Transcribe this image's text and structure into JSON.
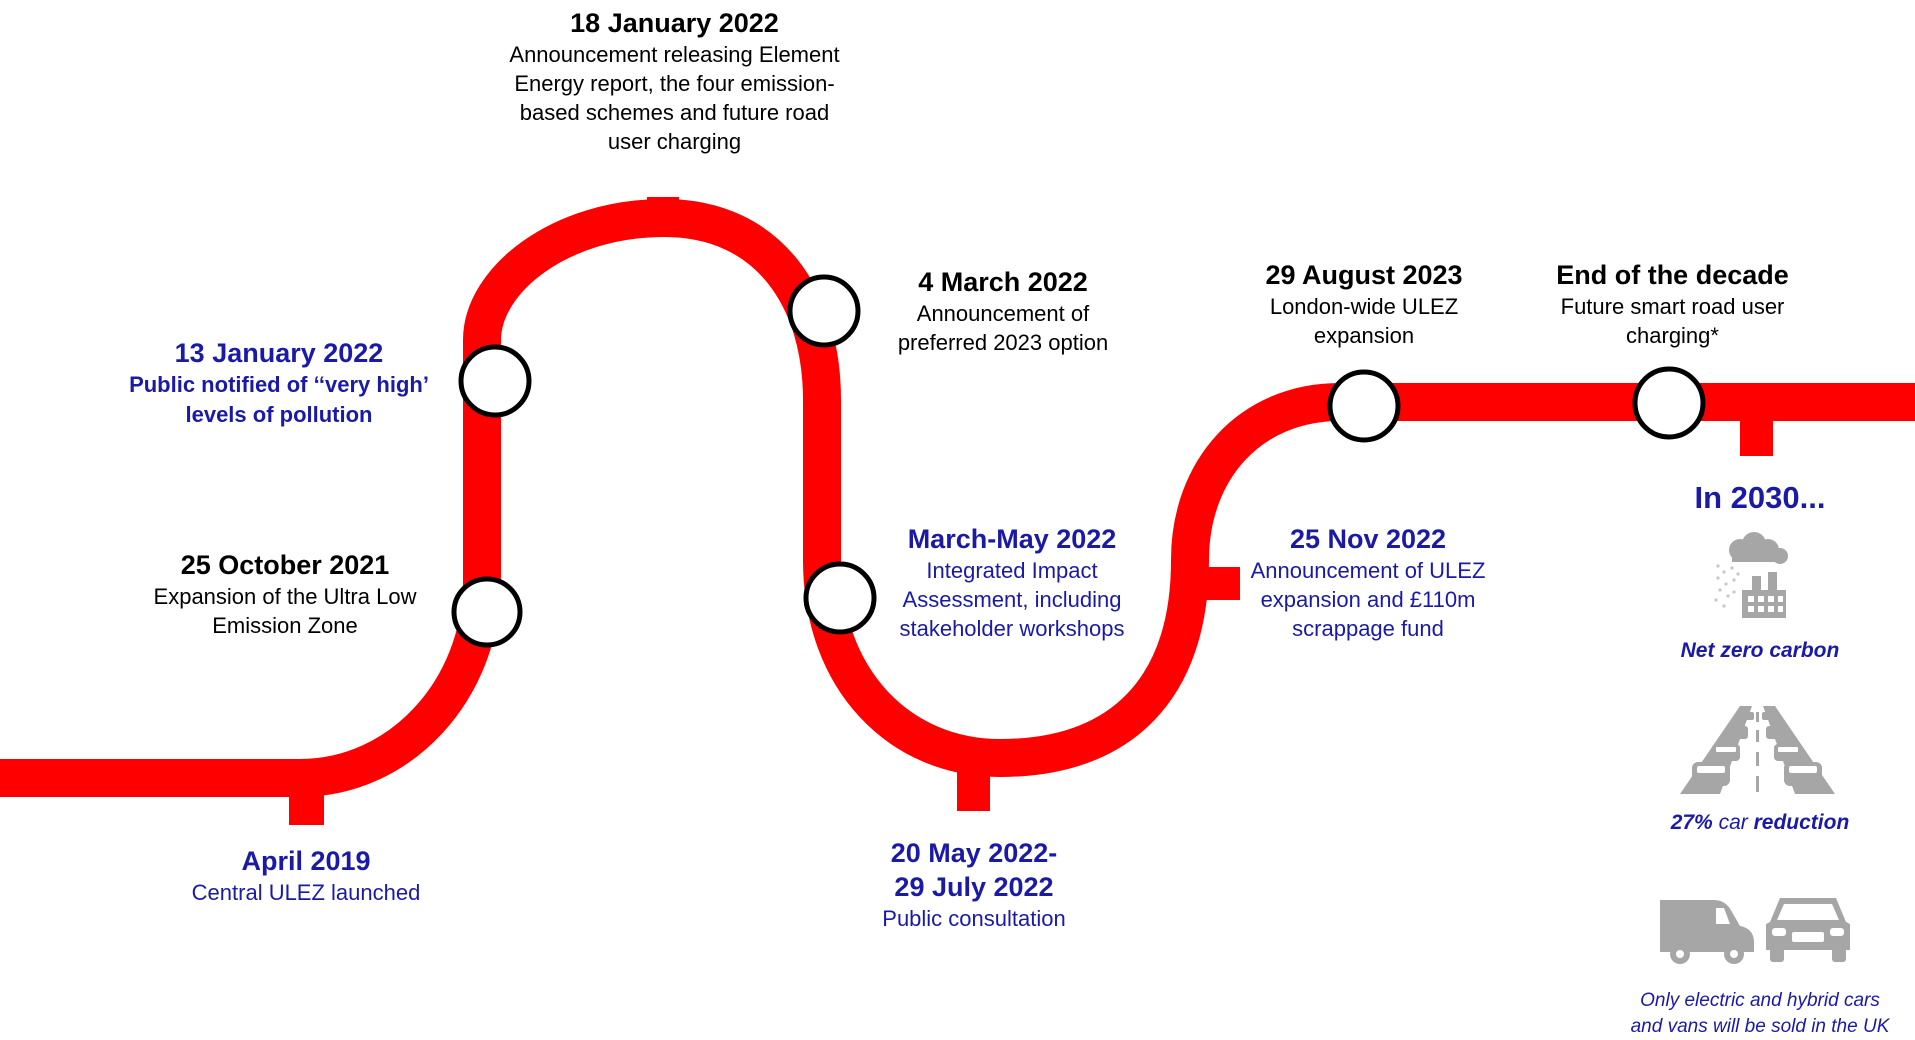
{
  "colors": {
    "track": "#ff0000",
    "blue": "#1a1aa6",
    "icon_gray": "#a6a6a6"
  },
  "milestones": [
    {
      "title": "April 2019",
      "description": "Central ULEZ launched",
      "color": "blue"
    },
    {
      "title": "25 October 2021",
      "description": "Expansion of the Ultra Low Emission Zone",
      "color": "black"
    },
    {
      "title": "13 January 2022",
      "description": "Public notified of ‘‘very high’ levels of pollution",
      "color": "blue"
    },
    {
      "title": "18 January 2022",
      "description": "Announcement releasing Element Energy report,  the four emission-based schemes and future road user charging",
      "color": "black"
    },
    {
      "title": "4 March 2022",
      "description": "Announcement of preferred 2023 option",
      "color": "black"
    },
    {
      "title": "March-May 2022",
      "description": "Integrated Impact Assessment, including stakeholder workshops",
      "color": "blue"
    },
    {
      "title_line1": "20 May 2022-",
      "title_line2": "29 July 2022",
      "description": "Public consultation",
      "color": "blue"
    },
    {
      "title": "25 Nov 2022",
      "description": "Announcement of ULEZ expansion and £110m scrappage fund",
      "color": "blue"
    },
    {
      "title": "29 August 2023",
      "description": "London-wide ULEZ expansion",
      "color": "black"
    },
    {
      "title": "End of the decade",
      "description": "Future smart road user charging*",
      "color": "black"
    }
  ],
  "goals": {
    "title": "In 2030...",
    "items": [
      {
        "icon": "factory-smoke-icon",
        "caption": "Net zero carbon"
      },
      {
        "icon": "traffic-cars-icon",
        "caption_pct": "27%",
        "caption_mid": "car",
        "caption_end": "reduction"
      },
      {
        "icon": "van-and-car-icon",
        "note_line1": "Only electric and hybrid cars",
        "note_line2": "and vans will be sold in the UK"
      }
    ]
  }
}
